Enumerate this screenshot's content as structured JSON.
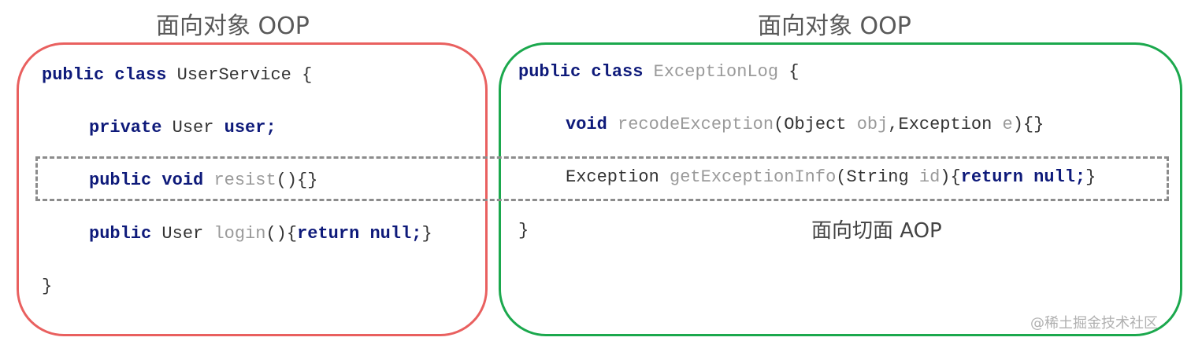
{
  "headings": {
    "left": "面向对象 OOP",
    "right": "面向对象 OOP",
    "aop": "面向切面 AOP"
  },
  "colors": {
    "left_border": "#e9605f",
    "right_border": "#1ba84d",
    "dash_border": "#8c8c8c",
    "keyword": "#0e1a7a",
    "identifier": "#9a9a9a"
  },
  "left_class": {
    "l1_kw": "public class",
    "l1_name": "UserService",
    "l1_open": "{",
    "l2_kw": "private",
    "l2_type": "User",
    "l2_field": "user;",
    "l3_kw": "public void",
    "l3_name": "resist",
    "l3_rest": "(){}",
    "l4_kw": "public",
    "l4_type": "User",
    "l4_name": "login",
    "l4_open": "(){",
    "l4_ret": "return null;",
    "l4_close": "}",
    "close": "}"
  },
  "right_class": {
    "l1_kw": "public class",
    "l1_name": "ExceptionLog",
    "l1_open": "{",
    "l2_kw": "void",
    "l2_name": "recodeException",
    "l2_p1": "(Object",
    "l2_p1n": "obj",
    "l2_p2": ",Exception",
    "l2_p2n": "e",
    "l2_close": "){}",
    "l3_type": "Exception",
    "l3_name": "getExceptionInfo",
    "l3_p": "(String",
    "l3_pn": "id",
    "l3_open": "){",
    "l3_ret": "return null;",
    "l3_close": "}",
    "close": "}"
  },
  "watermark": "@稀土掘金技术社区"
}
